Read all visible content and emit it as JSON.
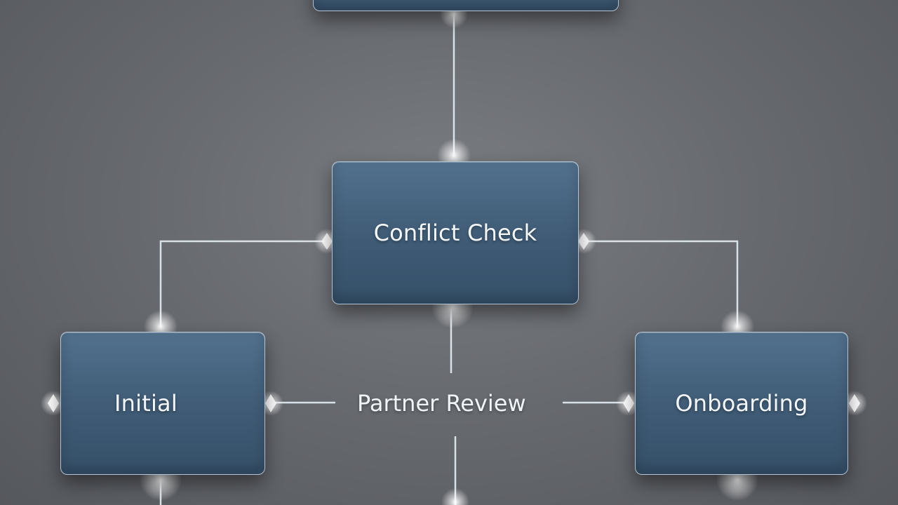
{
  "diagram": {
    "nodes": {
      "top": {
        "label": ""
      },
      "conflict_check": {
        "label": "Conflict Check"
      },
      "initial": {
        "label": "Initial"
      },
      "onboarding": {
        "label": "Onboarding"
      }
    },
    "center_label": "Partner Review",
    "colors": {
      "background": "#686b70",
      "node_fill": "#46637e",
      "node_border": "#d7e4f0",
      "connector": "#e6eef5",
      "glow": "#ffffff"
    }
  }
}
